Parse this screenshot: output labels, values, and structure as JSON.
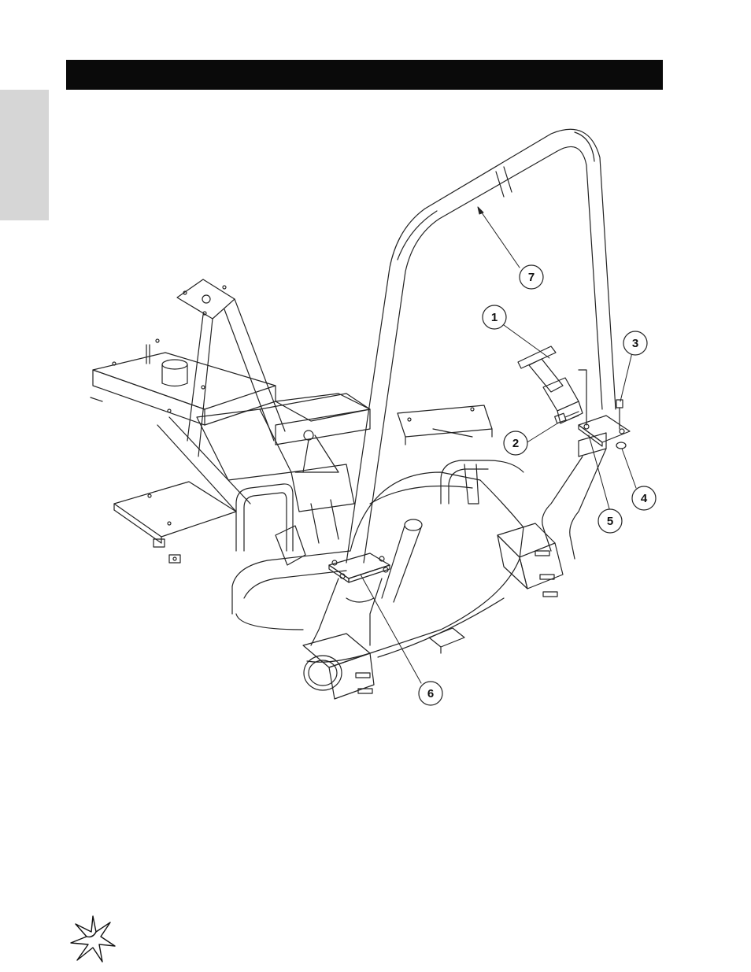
{
  "header": {
    "title": ""
  },
  "diagram": {
    "callouts": [
      {
        "id": "callout-1",
        "label": "1"
      },
      {
        "id": "callout-2",
        "label": "2"
      },
      {
        "id": "callout-3",
        "label": "3"
      },
      {
        "id": "callout-4",
        "label": "4"
      },
      {
        "id": "callout-5",
        "label": "5"
      },
      {
        "id": "callout-6",
        "label": "6"
      },
      {
        "id": "callout-7",
        "label": "7"
      }
    ]
  },
  "footer": {
    "logo": "starburst-logo"
  }
}
